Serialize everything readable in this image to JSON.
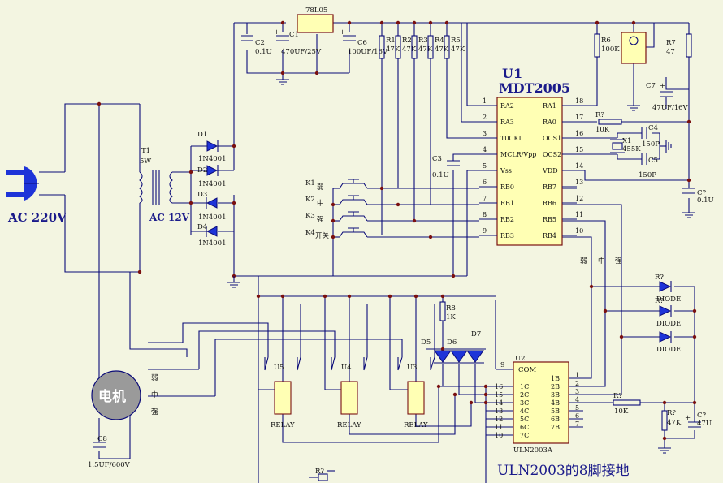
{
  "ic_u1": {
    "ref": "U1",
    "part": "MDT2005",
    "pins_left": [
      {
        "num": "1",
        "name": "RA2"
      },
      {
        "num": "2",
        "name": "RA3"
      },
      {
        "num": "3",
        "name": "T0CKI"
      },
      {
        "num": "4",
        "name": "MCLR/Vpp"
      },
      {
        "num": "5",
        "name": "Vss"
      },
      {
        "num": "6",
        "name": "RB0"
      },
      {
        "num": "7",
        "name": "RB1"
      },
      {
        "num": "8",
        "name": "RB2"
      },
      {
        "num": "9",
        "name": "RB3"
      }
    ],
    "pins_right": [
      {
        "num": "18",
        "name": "RA1"
      },
      {
        "num": "17",
        "name": "RA0"
      },
      {
        "num": "16",
        "name": "OCS1"
      },
      {
        "num": "15",
        "name": "OCS2"
      },
      {
        "num": "14",
        "name": "VDD"
      },
      {
        "num": "13",
        "name": "RB7"
      },
      {
        "num": "12",
        "name": "RB6"
      },
      {
        "num": "11",
        "name": "RB5"
      },
      {
        "num": "10",
        "name": "RB4"
      }
    ]
  },
  "ic_u2": {
    "ref": "U2",
    "part": "ULN2003A",
    "com": "COM",
    "pins_left": [
      {
        "num": "16",
        "name": "1C"
      },
      {
        "num": "15",
        "name": "2C"
      },
      {
        "num": "14",
        "name": "3C"
      },
      {
        "num": "13",
        "name": "4C"
      },
      {
        "num": "12",
        "name": "5C"
      },
      {
        "num": "11",
        "name": "6C"
      },
      {
        "num": "10",
        "name": "7C"
      }
    ],
    "pins_right": [
      {
        "num": "1",
        "name": "1B"
      },
      {
        "num": "2",
        "name": "2B"
      },
      {
        "num": "3",
        "name": "3B"
      },
      {
        "num": "4",
        "name": "4B"
      },
      {
        "num": "5",
        "name": "5B"
      },
      {
        "num": "6",
        "name": "6B"
      },
      {
        "num": "7",
        "name": "7B"
      }
    ],
    "pin9": "9"
  },
  "regulator": {
    "name": "78L05"
  },
  "caps": {
    "c2": {
      "ref": "C2",
      "val": "0.1U"
    },
    "c1": {
      "ref": "C1",
      "val": "470UF/25V"
    },
    "c6": {
      "ref": "C6",
      "val": "100UF/16V"
    },
    "c3": {
      "ref": "C3",
      "val": "0.1U"
    },
    "c4": {
      "ref": "C4",
      "val": "150P"
    },
    "c5": {
      "ref": "C5",
      "val": "150P"
    },
    "c7a": {
      "ref": "C7",
      "val": "47UF/16V"
    },
    "c7b": {
      "ref": "C?",
      "val": "0.1U"
    },
    "c8": {
      "ref": "C8",
      "val": "1.5UF/600V"
    },
    "c_out": {
      "ref": "C?",
      "val": "47U"
    }
  },
  "resistors": {
    "r1": {
      "ref": "R1",
      "val": "47K"
    },
    "r2": {
      "ref": "R2",
      "val": "47K"
    },
    "r3": {
      "ref": "R3",
      "val": "47K"
    },
    "r4": {
      "ref": "R4",
      "val": "47K"
    },
    "r5": {
      "ref": "R5",
      "val": "47K"
    },
    "r6": {
      "ref": "R6",
      "val": "100K"
    },
    "r7": {
      "ref": "R7",
      "val": "47"
    },
    "r_osc": {
      "ref": "R?",
      "val": "10K"
    },
    "r8": {
      "ref": "R8",
      "val": "1K"
    },
    "r_b4": {
      "ref": "R?",
      "val": "10K"
    },
    "r_pd": {
      "ref": "R?",
      "val": "47K"
    },
    "r_bottom": {
      "ref": "R?"
    }
  },
  "crystal": {
    "ref": "X1",
    "val": "455K"
  },
  "transformer": {
    "ref": "T1",
    "power": "5W",
    "secondary": "AC 12V"
  },
  "diodes": {
    "d1": {
      "ref": "D1",
      "part": "1N4001"
    },
    "d2": {
      "ref": "D2",
      "part": "1N4001"
    },
    "d3": {
      "ref": "D3",
      "part": "1N4001"
    },
    "d4": {
      "ref": "D4",
      "part": "1N4001"
    },
    "right": [
      {
        "ref": "R?",
        "part": "DIODE"
      },
      {
        "ref": "R?",
        "part": "DIODE"
      },
      {
        "ref": "",
        "part": "DIODE"
      }
    ]
  },
  "leds": [
    "D5",
    "D6",
    "D7"
  ],
  "keys": [
    {
      "ref": "K1",
      "label": "弱"
    },
    {
      "ref": "K2",
      "label": "中"
    },
    {
      "ref": "K3",
      "label": "强"
    },
    {
      "ref": "K4",
      "label": "开关"
    }
  ],
  "relays": [
    {
      "ref": "U5",
      "label": "RELAY"
    },
    {
      "ref": "U4",
      "label": "RELAY"
    },
    {
      "ref": "U3",
      "label": "RELAY"
    }
  ],
  "motor": {
    "label": "电机",
    "taps": [
      "弱",
      "中",
      "强"
    ]
  },
  "speed_labels": [
    "弱",
    "中",
    "强"
  ],
  "ac_input": "AC 220V",
  "caption": "ULN2003的8脚接地"
}
